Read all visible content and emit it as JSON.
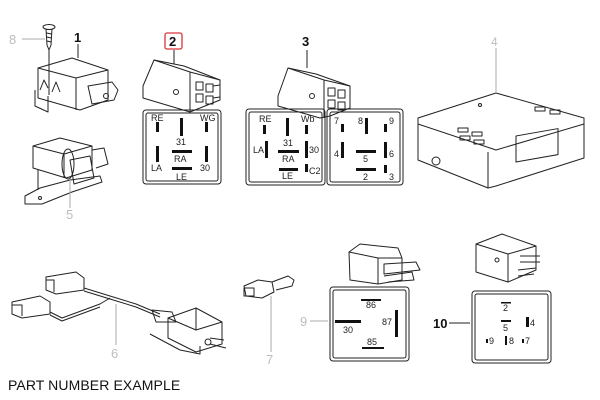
{
  "caption": "PART NUMBER EXAMPLE",
  "highlight_color": "#d9343a",
  "callouts": [
    {
      "id": "1",
      "label": "1",
      "style": "dark"
    },
    {
      "id": "2",
      "label": "2",
      "style": "highlighted"
    },
    {
      "id": "3",
      "label": "3",
      "style": "dark"
    },
    {
      "id": "4",
      "label": "4",
      "style": "grey"
    },
    {
      "id": "5",
      "label": "5",
      "style": "grey"
    },
    {
      "id": "6",
      "label": "6",
      "style": "grey"
    },
    {
      "id": "7",
      "label": "7",
      "style": "grey"
    },
    {
      "id": "8",
      "label": "8",
      "style": "grey"
    },
    {
      "id": "9",
      "label": "9",
      "style": "grey"
    },
    {
      "id": "10",
      "label": "10",
      "style": "dark"
    }
  ],
  "pinouts": {
    "part2": {
      "RE": "RE",
      "WO": "WG",
      "P31": "31",
      "LA": "LA",
      "RA": "RA",
      "P30": "30",
      "LE": "LE"
    },
    "part3_left": {
      "RE": "RE",
      "WB": "Wb",
      "P31": "31",
      "LA": "LA",
      "RA": "RA",
      "P30": "30",
      "LE": "LE",
      "C2": "C2"
    },
    "part3_right": {
      "p7": "7",
      "p8": "8",
      "p9": "9",
      "p4": "4",
      "p5": "5",
      "p6": "6",
      "p2": "2",
      "p3": "3"
    },
    "part9": {
      "p86": "86",
      "p87": "87",
      "p30": "30",
      "p85": "85"
    },
    "part10": {
      "p2": "2",
      "p4": "4",
      "p5": "5",
      "p9": "9",
      "p8": "8",
      "p7": "7"
    }
  }
}
